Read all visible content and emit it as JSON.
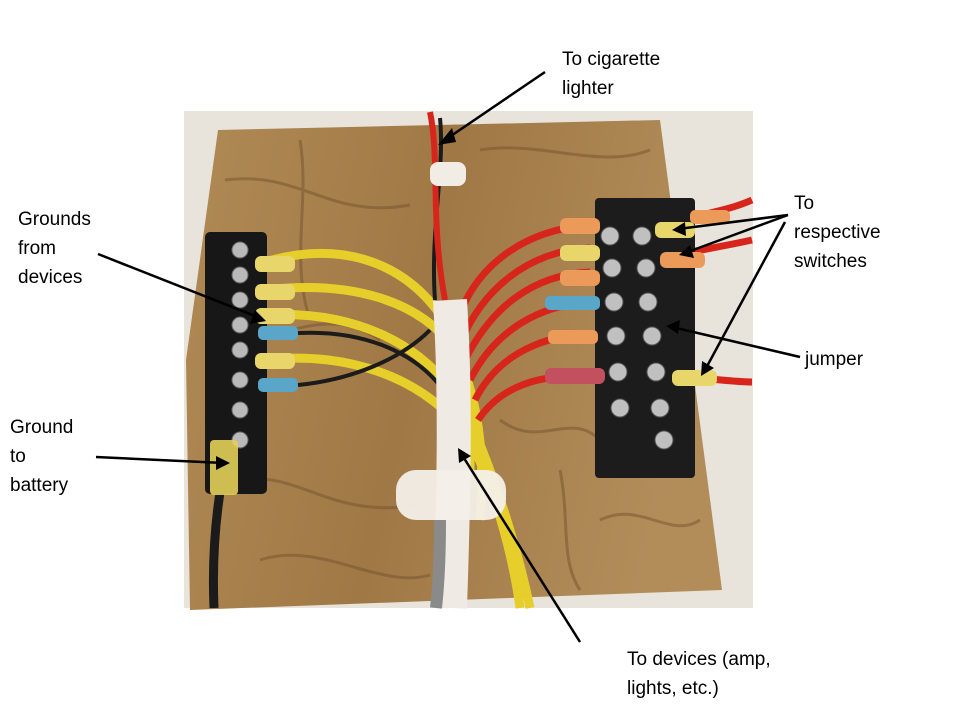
{
  "labels": {
    "cigarette": "To cigarette\nlighter",
    "grounds": "Grounds\nfrom\ndevices",
    "switches": "To\nrespective\nswitches",
    "jumper": "jumper",
    "ground_battery": "Ground\nto\nbattery",
    "devices": "To devices (amp,\nlights, etc.)"
  },
  "colors": {
    "board": "#a8834f",
    "wire_red": "#d8251c",
    "wire_yellow": "#e6cf2a",
    "wire_black": "#1b1b1b",
    "terminal_block": "#1c1c1c"
  }
}
